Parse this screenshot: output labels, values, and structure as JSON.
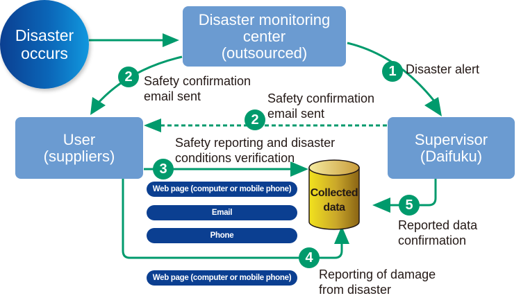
{
  "nodes": {
    "disaster_occurs": {
      "line1": "Disaster",
      "line2": "occurs"
    },
    "monitoring_center": {
      "line1": "Disaster monitoring",
      "line2": "center",
      "line3": "(outsourced)"
    },
    "user": {
      "line1": "User",
      "line2": "(suppliers)"
    },
    "supervisor": {
      "line1": "Supervisor",
      "line2": "(Daifuku)"
    },
    "collected_data": {
      "line1": "Collected",
      "line2": "data"
    }
  },
  "steps": [
    {
      "number": "1",
      "line1": "Disaster alert",
      "line2": ""
    },
    {
      "number": "2",
      "line1": "Safety confirmation",
      "line2": "email sent"
    },
    {
      "number": "2",
      "line1": "Safety confirmation",
      "line2": "email sent"
    },
    {
      "number": "3",
      "line1": "Safety reporting and disaster",
      "line2": "conditions verification"
    },
    {
      "number": "4",
      "line1": "Reporting of damage",
      "line2": "from disaster"
    },
    {
      "number": "5",
      "line1": "Reported data",
      "line2": "confirmation"
    }
  ],
  "channels": {
    "safety_reporting": [
      "Web page (computer or mobile phone)",
      "Email",
      "Phone"
    ],
    "damage_reporting": [
      "Web page (computer or mobile phone)"
    ]
  },
  "colors": {
    "arrow_green": "#009a6c",
    "box_blue": "#6b9bd1",
    "pill_navy": "#0b3f91",
    "db_gold": "#d4b21c"
  }
}
